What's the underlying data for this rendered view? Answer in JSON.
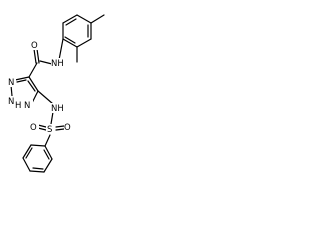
{
  "molecule": {
    "atoms": {
      "carbonyl_oxygen": "O",
      "amide_nh": "NH",
      "triazole_n_top": "N",
      "triazole_n_mid": "N",
      "triazole_nh": "N",
      "triazole_h": "H",
      "sulfonamide_nh": "NH",
      "sulfur": "S",
      "sulfonyl_oxygen_left": "O",
      "sulfonyl_oxygen_right": "O"
    }
  }
}
